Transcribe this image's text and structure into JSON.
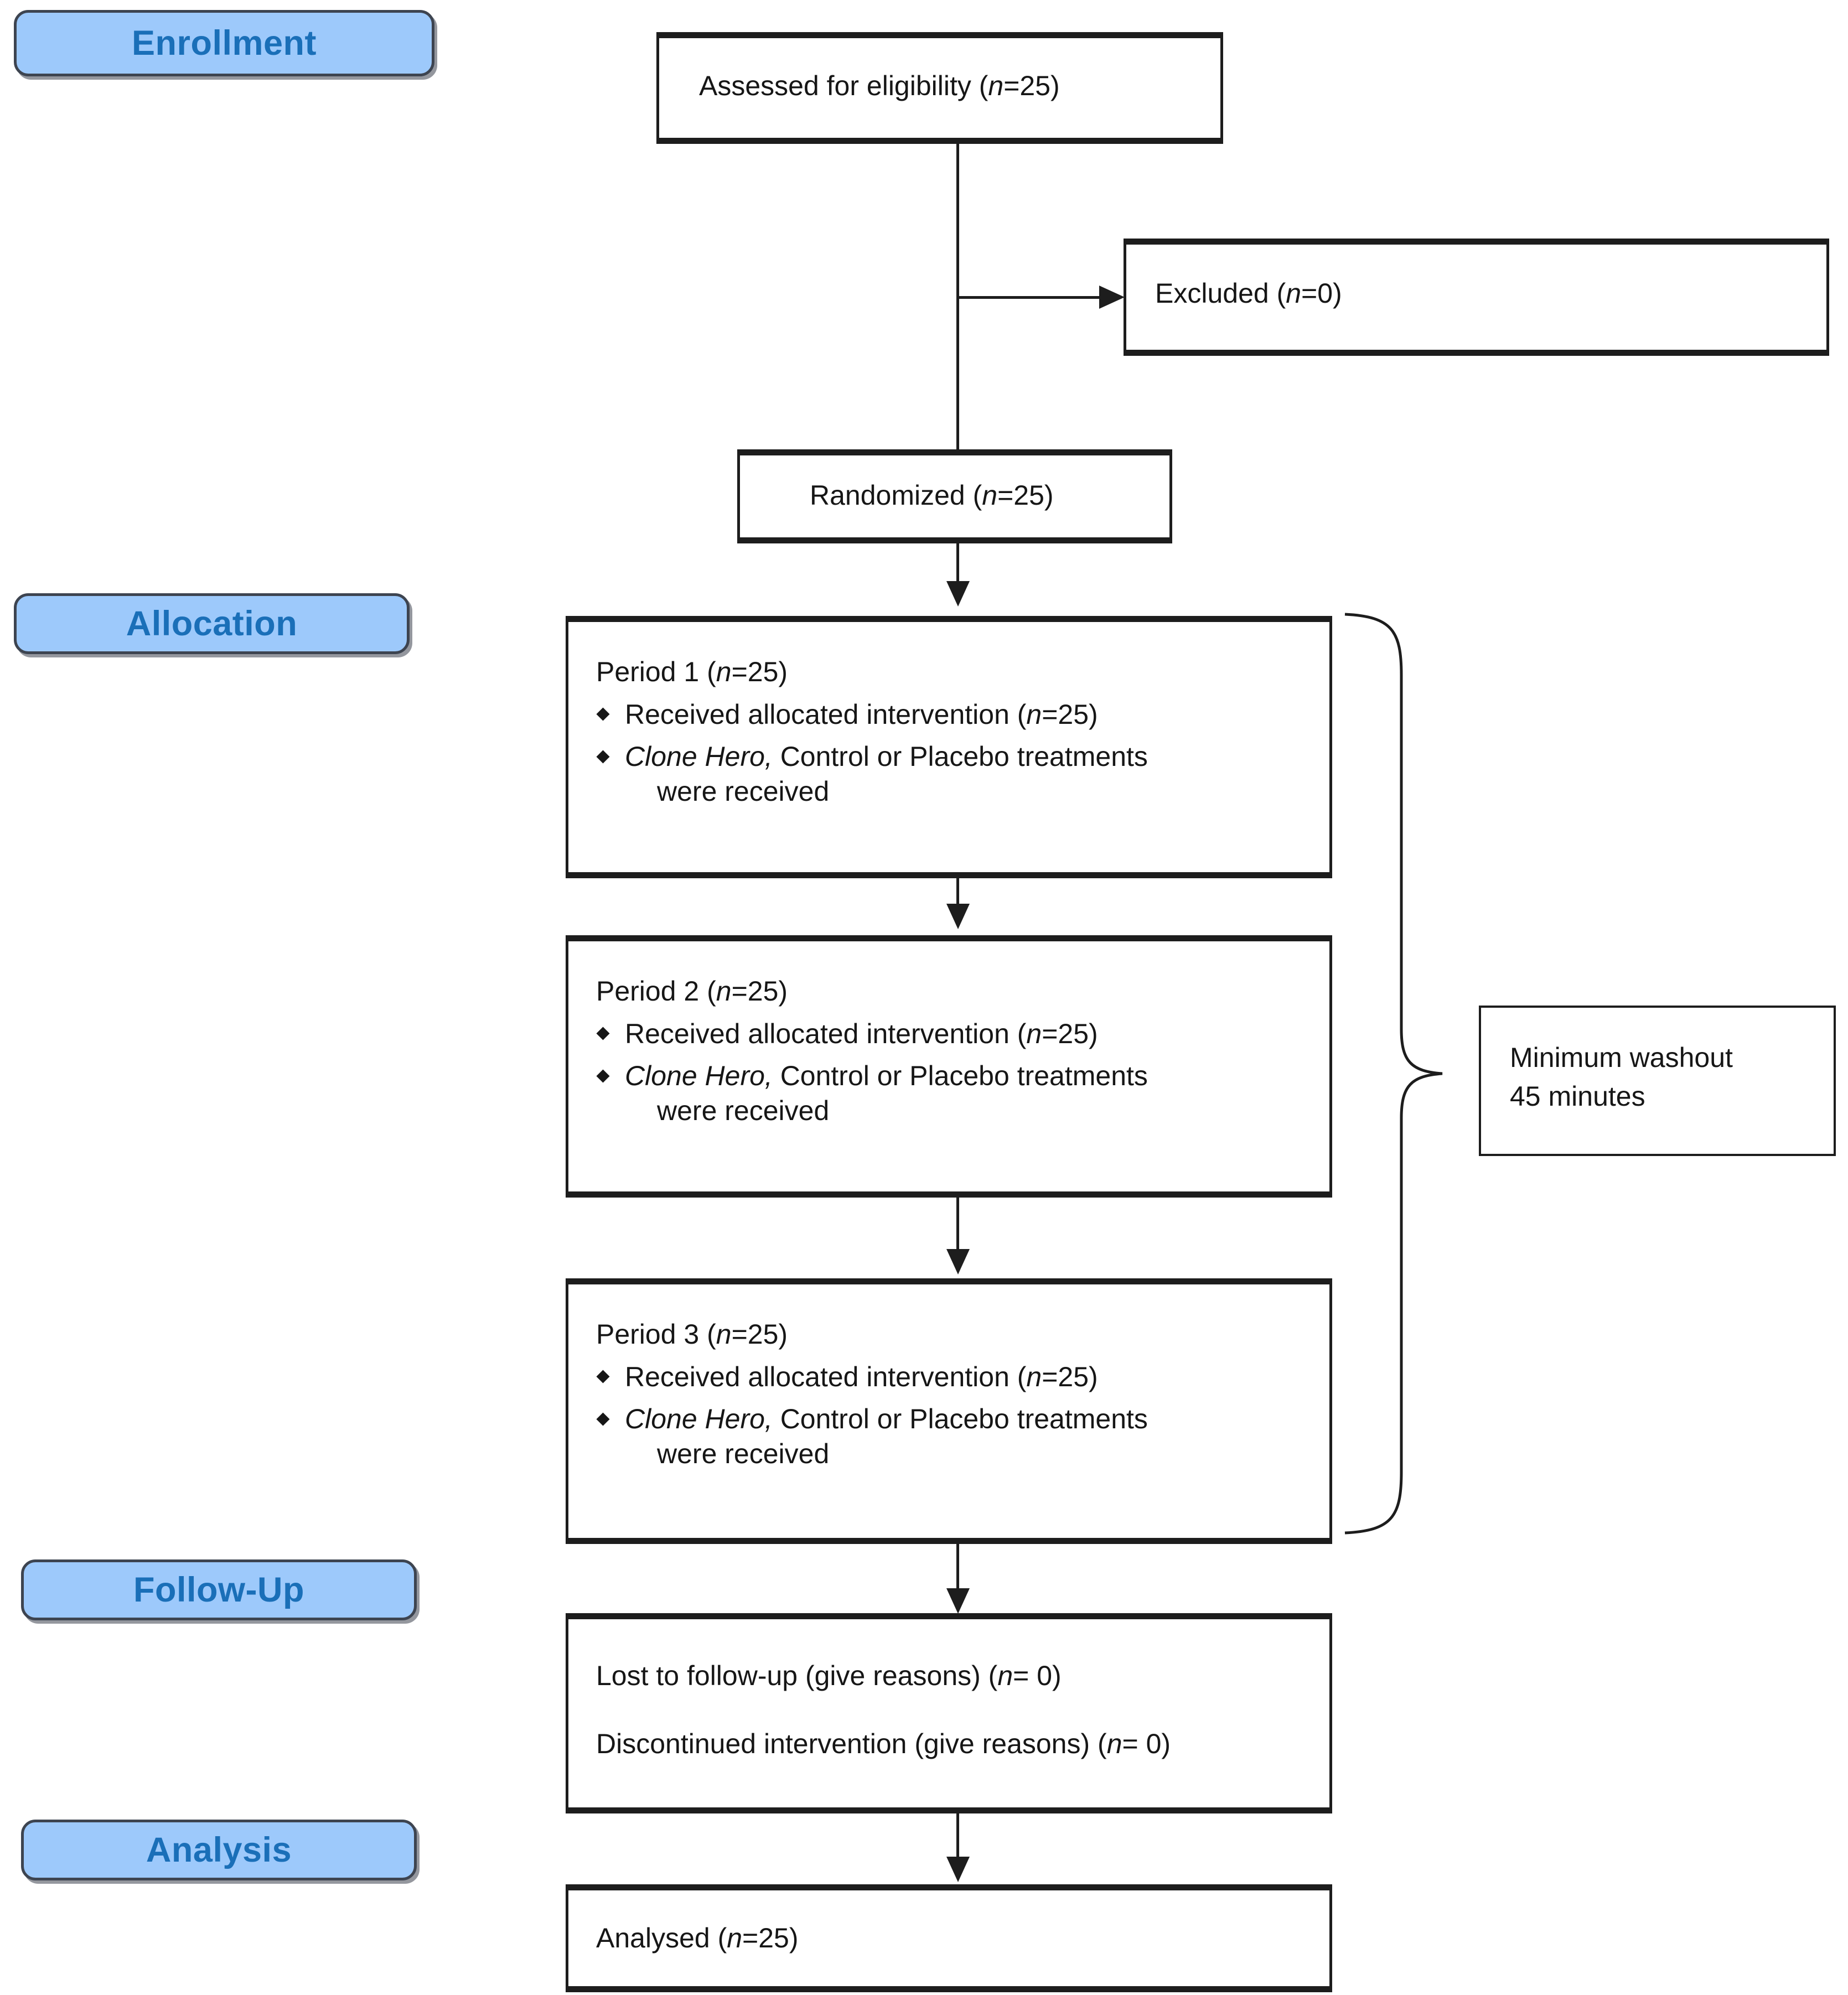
{
  "diagram": {
    "title": "CONSORT flow diagram",
    "accent_color": "#9dc9fb",
    "label_text_color": "#1a6fb8",
    "box_border_color": "#1d1d1d"
  },
  "stages": [
    {
      "id": "enrollment",
      "label": "Enrollment"
    },
    {
      "id": "allocation",
      "label": "Allocation"
    },
    {
      "id": "follow-up",
      "label": "Follow-Up"
    },
    {
      "id": "analysis",
      "label": "Analysis"
    }
  ],
  "boxes": {
    "assessed": {
      "line_pre": "Assessed for eligibility (",
      "n_italic": "n",
      "line_post": "=25)"
    },
    "excluded": {
      "line_pre": "Excluded (",
      "n_italic": "n",
      "line_post": "=0)"
    },
    "randomized": {
      "line_pre": "Randomized (",
      "n_italic": "n",
      "line_post": "=25)"
    },
    "period1": {
      "header_pre": "Period 1 (",
      "header_n": "n",
      "header_post": "=25)",
      "bullet1_pre": "Received allocated intervention (",
      "bullet1_n": "n",
      "bullet1_post": "=25)",
      "bullet2_italic": "Clone Hero,",
      "bullet2_rest": " Control or Placebo treatments",
      "bullet2_cont": "were received"
    },
    "period2": {
      "header_pre": "Period 2 (",
      "header_n": "n",
      "header_post": "=25)",
      "bullet1_pre": "Received allocated intervention (",
      "bullet1_n": "n",
      "bullet1_post": "=25)",
      "bullet2_italic": "Clone Hero,",
      "bullet2_rest": " Control or Placebo treatments",
      "bullet2_cont": "were received"
    },
    "period3": {
      "header_pre": "Period 3 (",
      "header_n": "n",
      "header_post": "=25)",
      "bullet1_pre": "Received allocated intervention (",
      "bullet1_n": "n",
      "bullet1_post": "=25)",
      "bullet2_italic": "Clone Hero,",
      "bullet2_rest": " Control or Placebo treatments",
      "bullet2_cont": "were received"
    },
    "washout": {
      "line1": "Minimum washout",
      "line2": "45 minutes"
    },
    "followup": {
      "line1_pre": "Lost to follow-up (give reasons) (",
      "line1_n": "n",
      "line1_post": "= 0)",
      "line2_pre": "Discontinued intervention (give reasons) (",
      "line2_n": "n",
      "line2_post": "= 0)"
    },
    "analysed": {
      "line_pre": "Analysed (",
      "n_italic": "n",
      "line_post": "=25)"
    }
  }
}
